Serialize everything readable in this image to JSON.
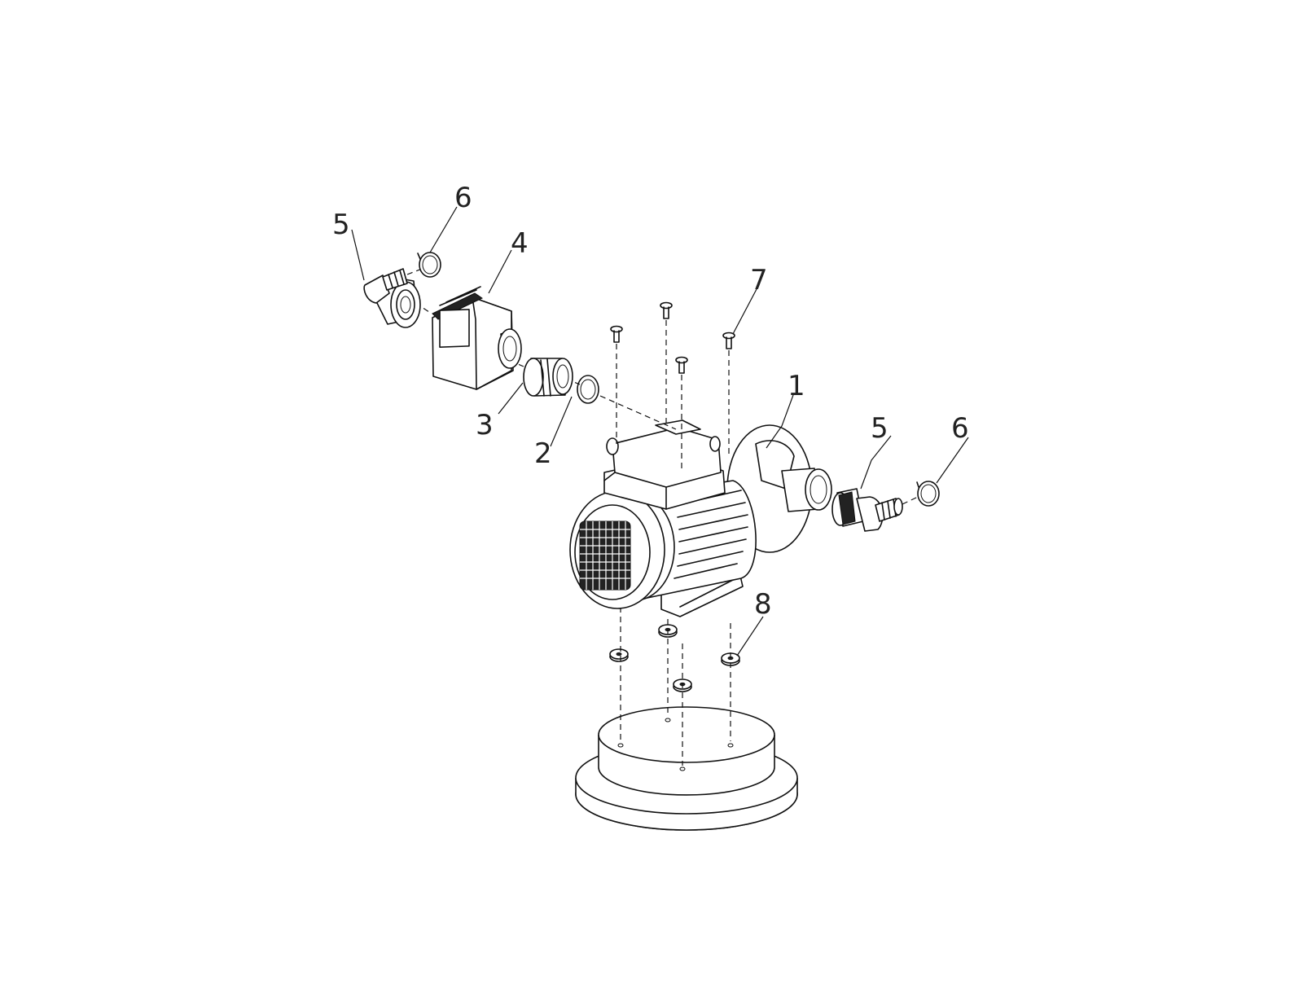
{
  "callouts": [
    {
      "id": "label-1",
      "text": "1"
    },
    {
      "id": "label-2",
      "text": "2"
    },
    {
      "id": "label-3",
      "text": "3"
    },
    {
      "id": "label-4",
      "text": "4"
    },
    {
      "id": "label-5-left",
      "text": "5"
    },
    {
      "id": "label-5-right",
      "text": "5"
    },
    {
      "id": "label-6-left",
      "text": "6"
    },
    {
      "id": "label-6-right",
      "text": "6"
    },
    {
      "id": "label-7",
      "text": "7"
    },
    {
      "id": "label-8",
      "text": "8"
    }
  ]
}
